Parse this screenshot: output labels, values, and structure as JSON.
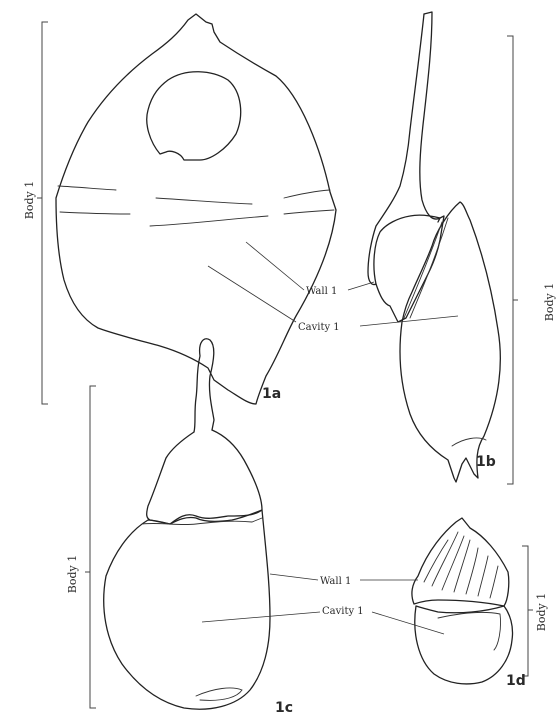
{
  "figure": {
    "panels": [
      {
        "id": "1a",
        "label": "1a"
      },
      {
        "id": "1b",
        "label": "1b"
      },
      {
        "id": "1c",
        "label": "1c"
      },
      {
        "id": "1d",
        "label": "1d"
      }
    ],
    "scale_labels": {
      "body_1a": "Body 1",
      "body_1b": "Body 1",
      "body_1c": "Body 1",
      "body_1d": "Body 1"
    },
    "callouts": {
      "wall_upper": "Wall 1",
      "cavity_upper": "Cavity 1",
      "wall_lower": "Wall 1",
      "cavity_lower": "Cavity 1"
    }
  }
}
